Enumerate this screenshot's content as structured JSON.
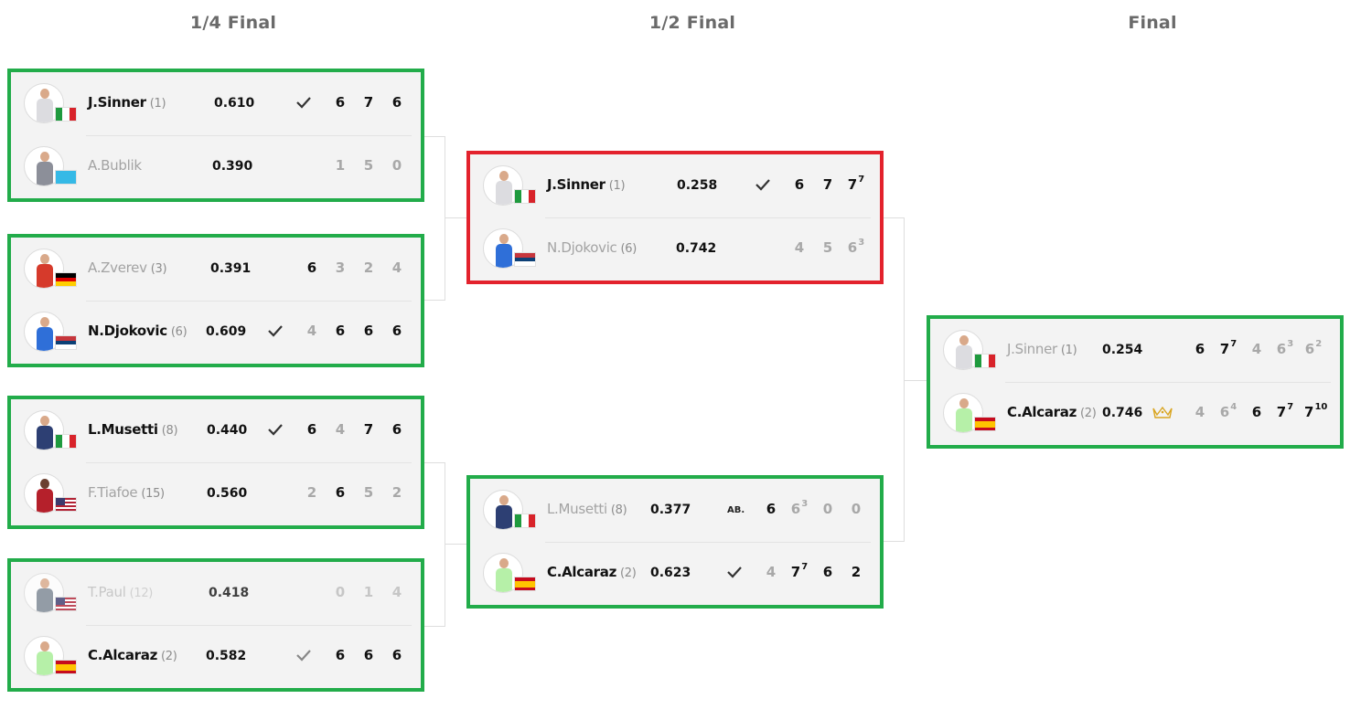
{
  "rounds": {
    "qf": "1/4 Final",
    "sf": "1/2 Final",
    "final": "Final"
  },
  "matches": [
    {
      "top": {
        "name": "J.Sinner",
        "seed": "(1)",
        "prob": "0.610",
        "scores": [
          "6",
          "7",
          "6"
        ],
        "sups": [
          "",
          "",
          ""
        ]
      },
      "bot": {
        "name": "A.Bublik",
        "seed": "",
        "prob": "0.390",
        "scores": [
          "1",
          "5",
          "0"
        ],
        "sups": [
          "",
          "",
          ""
        ]
      }
    },
    {
      "top": {
        "name": "A.Zverev",
        "seed": "(3)",
        "prob": "0.391",
        "scores": [
          "6",
          "3",
          "2",
          "4"
        ],
        "sups": [
          "",
          "",
          "",
          ""
        ]
      },
      "bot": {
        "name": "N.Djokovic",
        "seed": "(6)",
        "prob": "0.609",
        "scores": [
          "4",
          "6",
          "6",
          "6"
        ],
        "sups": [
          "",
          "",
          "",
          ""
        ]
      }
    },
    {
      "top": {
        "name": "L.Musetti",
        "seed": "(8)",
        "prob": "0.440",
        "scores": [
          "6",
          "4",
          "7",
          "6"
        ],
        "sups": [
          "",
          "",
          "",
          ""
        ]
      },
      "bot": {
        "name": "F.Tiafoe",
        "seed": "(15)",
        "prob": "0.560",
        "scores": [
          "2",
          "6",
          "5",
          "2"
        ],
        "sups": [
          "",
          "",
          "",
          ""
        ]
      }
    },
    {
      "top": {
        "name": "T.Paul",
        "seed": "(12)",
        "prob": "0.418",
        "scores": [
          "0",
          "1",
          "4"
        ],
        "sups": [
          "",
          "",
          ""
        ]
      },
      "bot": {
        "name": "C.Alcaraz",
        "seed": "(2)",
        "prob": "0.582",
        "scores": [
          "6",
          "6",
          "6"
        ],
        "sups": [
          "",
          "",
          ""
        ]
      }
    },
    {
      "top": {
        "name": "J.Sinner",
        "seed": "(1)",
        "prob": "0.258",
        "scores": [
          "6",
          "7",
          "7"
        ],
        "sups": [
          "",
          "",
          "7"
        ]
      },
      "bot": {
        "name": "N.Djokovic",
        "seed": "(6)",
        "prob": "0.742",
        "scores": [
          "4",
          "5",
          "6"
        ],
        "sups": [
          "",
          "",
          "3"
        ]
      }
    },
    {
      "top": {
        "name": "L.Musetti",
        "seed": "(8)",
        "prob": "0.377",
        "retired": "AB.",
        "scores": [
          "6",
          "6",
          "0",
          "0"
        ],
        "sups": [
          "",
          "3",
          "",
          ""
        ]
      },
      "bot": {
        "name": "C.Alcaraz",
        "seed": "(2)",
        "prob": "0.623",
        "scores": [
          "4",
          "7",
          "6",
          "2"
        ],
        "sups": [
          "",
          "7",
          "",
          ""
        ]
      }
    },
    {
      "top": {
        "name": "J.Sinner",
        "seed": "(1)",
        "prob": "0.254",
        "scores": [
          "6",
          "7",
          "4",
          "6",
          "6"
        ],
        "sups": [
          "",
          "7",
          "",
          "3",
          "2"
        ]
      },
      "bot": {
        "name": "C.Alcaraz",
        "seed": "(2)",
        "prob": "0.746",
        "scores": [
          "4",
          "6",
          "6",
          "7",
          "7"
        ],
        "sups": [
          "",
          "4",
          "",
          "7",
          "10"
        ]
      }
    }
  ],
  "icons": {
    "check": "checkmark-icon",
    "trophy": "trophy-icon"
  },
  "colors": {
    "win_border": "#22ac4a",
    "loss_border": "#e3222d",
    "row_bg": "#f3f3f3"
  }
}
